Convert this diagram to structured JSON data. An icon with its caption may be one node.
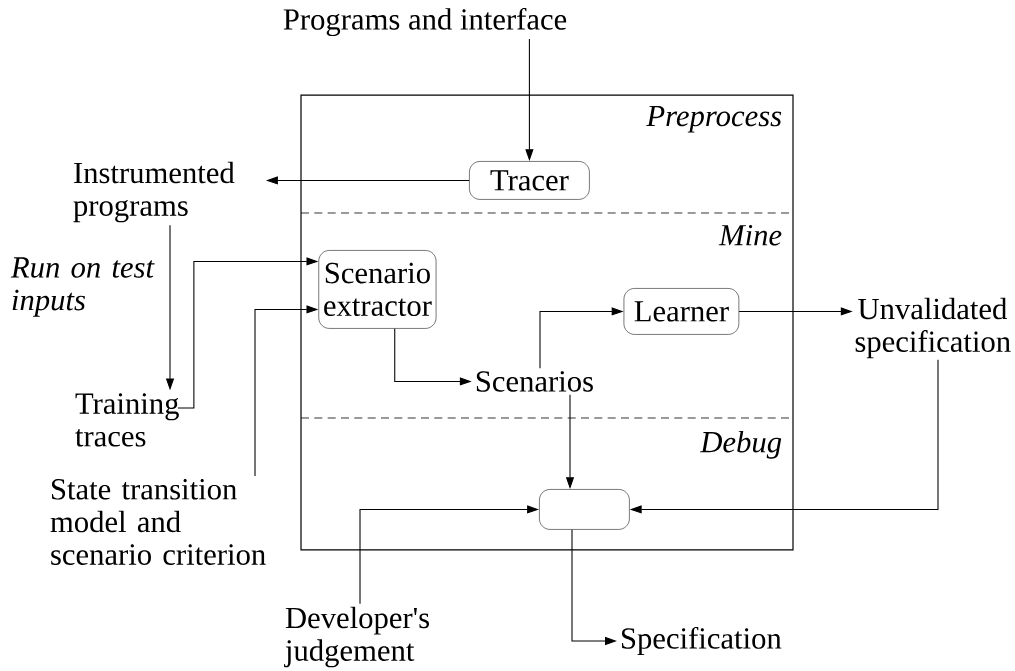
{
  "diagram": {
    "nodes": [
      {
        "text": [],
        "shape": "box"
      },
      {
        "text": [
          "Programs and interface"
        ]
      },
      {
        "text": [
          "Tracer"
        ],
        "in": 0
      },
      {
        "text": [
          "Instrumented programs"
        ]
      },
      {
        "text": [
          "Training traces"
        ]
      },
      {
        "text": [
          "Scenario extractor"
        ],
        "in": 0
      },
      {
        "text": [
          "Learner"
        ],
        "in": 0
      },
      {
        "text": [
          "Scenarios"
        ],
        "in": 0
      },
      {
        "text": [
          "Unvalidated specification"
        ]
      },
      {
        "text": [
          "State transition model and scenario criterion"
        ]
      },
      {
        "text": [],
        "shape": "box",
        "in": 0
      },
      {
        "text": [
          "Developer's judgement"
        ]
      },
      {
        "text": [
          "Specification"
        ]
      }
    ],
    "edges": [
      {
        "from": 1,
        "to": 2,
        "arrow": "to"
      },
      {
        "from": 2,
        "to": 3,
        "arrow": "to"
      },
      {
        "from": 3,
        "to": 4,
        "arrow": "to",
        "label": "Run on test inputs"
      },
      {
        "from": 4,
        "to": 5,
        "arrow": "to"
      },
      {
        "from": 9,
        "to": 5,
        "arrow": "to"
      },
      {
        "from": 5,
        "to": 7,
        "arrow": "to"
      },
      {
        "from": 7,
        "to": 6,
        "arrow": "to"
      },
      {
        "from": 6,
        "to": 8,
        "arrow": "to"
      },
      {
        "from": 7,
        "to": 10,
        "arrow": "to"
      },
      {
        "from": 8,
        "to": 10,
        "arrow": "to"
      },
      {
        "from": 11,
        "to": 10,
        "arrow": "to"
      },
      {
        "from": 10,
        "to": 12,
        "arrow": "to"
      }
    ],
    "labels": [
      "Preprocess",
      "Mine",
      "Debug"
    ]
  }
}
